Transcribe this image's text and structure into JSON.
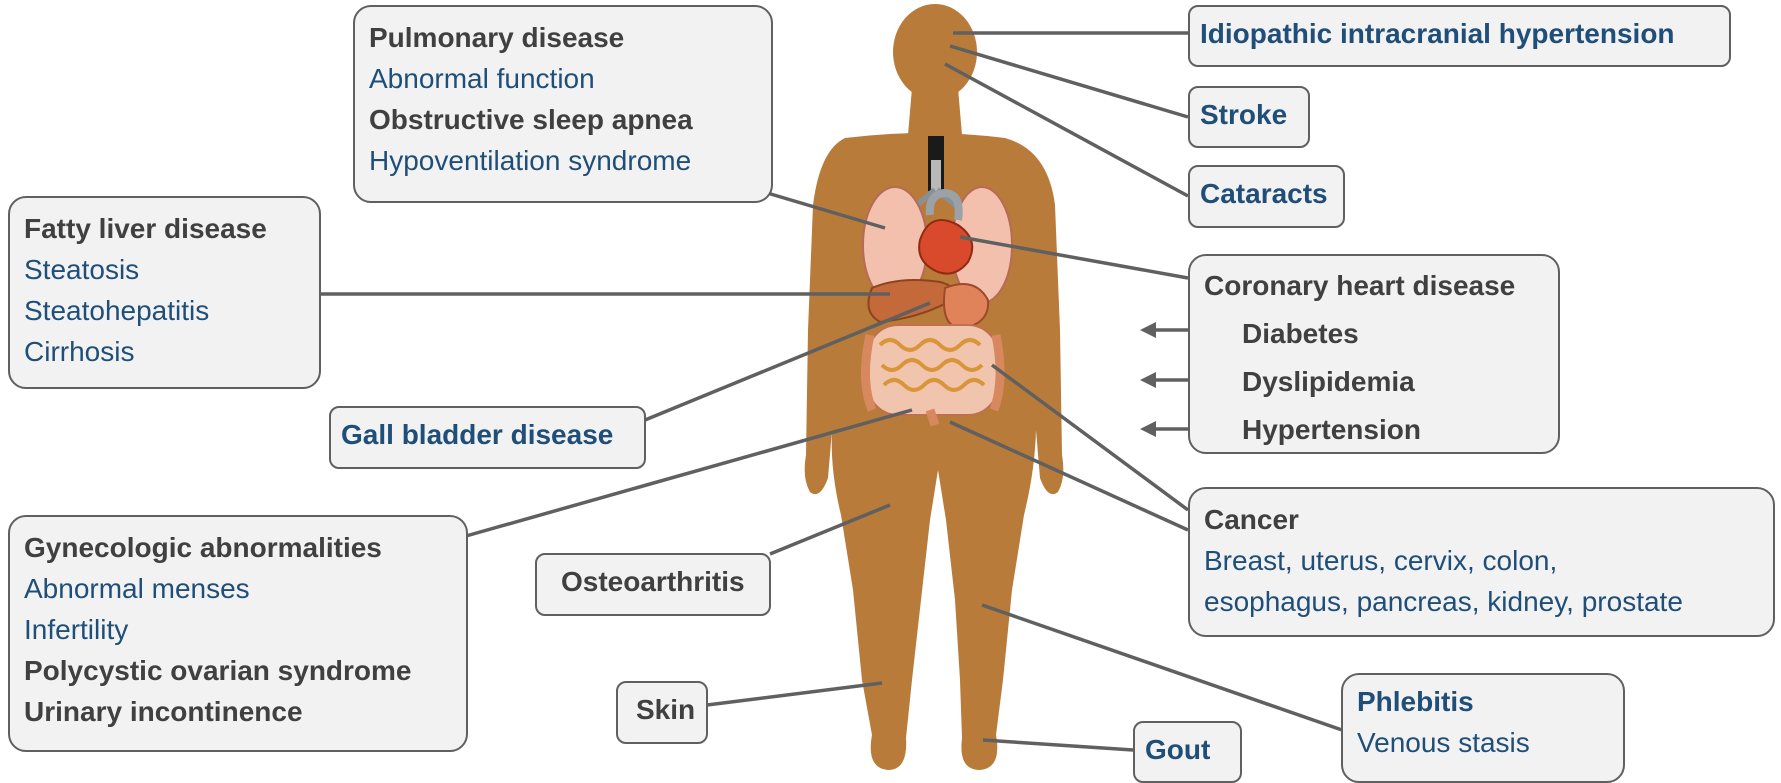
{
  "colors": {
    "body": "#b87b3a",
    "connector": "#606060",
    "box_fill": "#f2f2f2",
    "box_border": "#606060",
    "heading_text": "#404040",
    "blue_text": "#1f4e79"
  },
  "boxes": {
    "pulmonary": {
      "title": "Pulmonary disease",
      "line1": "Abnormal function",
      "line2": "Obstructive sleep apnea",
      "line3": "Hypoventilation syndrome"
    },
    "iih": "Idiopathic intracranial hypertension",
    "stroke": "Stroke",
    "cataracts": "Cataracts",
    "liver": {
      "title": "Fatty liver disease",
      "items": [
        "Steatosis",
        "Steatohepatitis",
        "Cirrhosis"
      ]
    },
    "coronary": {
      "title": "Coronary heart disease",
      "items": [
        "Diabetes",
        "Dyslipidemia",
        "Hypertension"
      ]
    },
    "gallbladder": "Gall bladder disease",
    "cancer": {
      "title": "Cancer",
      "line1": "Breast, uterus, cervix, colon,",
      "line2": "esophagus, pancreas, kidney, prostate"
    },
    "gynecologic": {
      "title": "Gynecologic abnormalities",
      "line1": "Abnormal menses",
      "line2": "Infertility",
      "line3": "Polycystic ovarian syndrome",
      "line4": "Urinary incontinence"
    },
    "osteoarthritis": "Osteoarthritis",
    "skin": "Skin",
    "gout": "Gout",
    "phlebitis": {
      "title": "Phlebitis",
      "line1": "Venous stasis"
    }
  }
}
